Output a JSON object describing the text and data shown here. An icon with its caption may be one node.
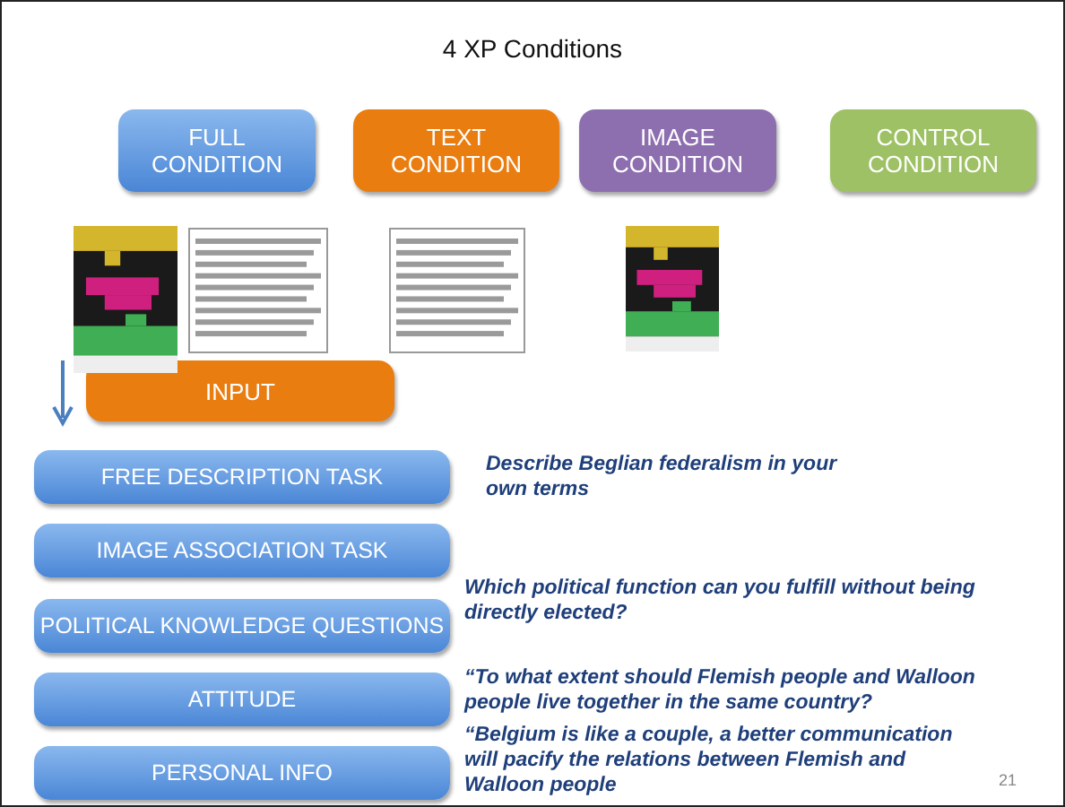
{
  "diagram": {
    "title": "4 XP Conditions",
    "nodes": [
      {
        "text": [
          "FULL CONDITION"
        ]
      },
      {
        "text": [
          "TEXT CONDITION"
        ]
      },
      {
        "text": [
          "IMAGE CONDITION"
        ]
      },
      {
        "text": [
          "CONTROL CONDITION"
        ]
      },
      {
        "text": [
          "INPUT"
        ]
      },
      {
        "text": [
          "FREE DESCRIPTION TASK"
        ]
      },
      {
        "text": [
          "IMAGE ASSOCIATION TASK"
        ]
      },
      {
        "text": [
          "POLITICAL KNOWLEDGE QUESTIONS"
        ]
      },
      {
        "text": [
          "ATTITUDE"
        ]
      },
      {
        "text": [
          "PERSONAL INFO"
        ]
      }
    ],
    "edges": [],
    "labels": [
      "Describe Beglian federalism in your own terms",
      "Which political function can you fulfill without being directly elected?",
      "“To what extent should Flemish people and Walloon people live together in the same country?",
      "“Belgium is like a couple, a better communication will pacify the relations between Flemish and Walloon people",
      "21"
    ]
  }
}
